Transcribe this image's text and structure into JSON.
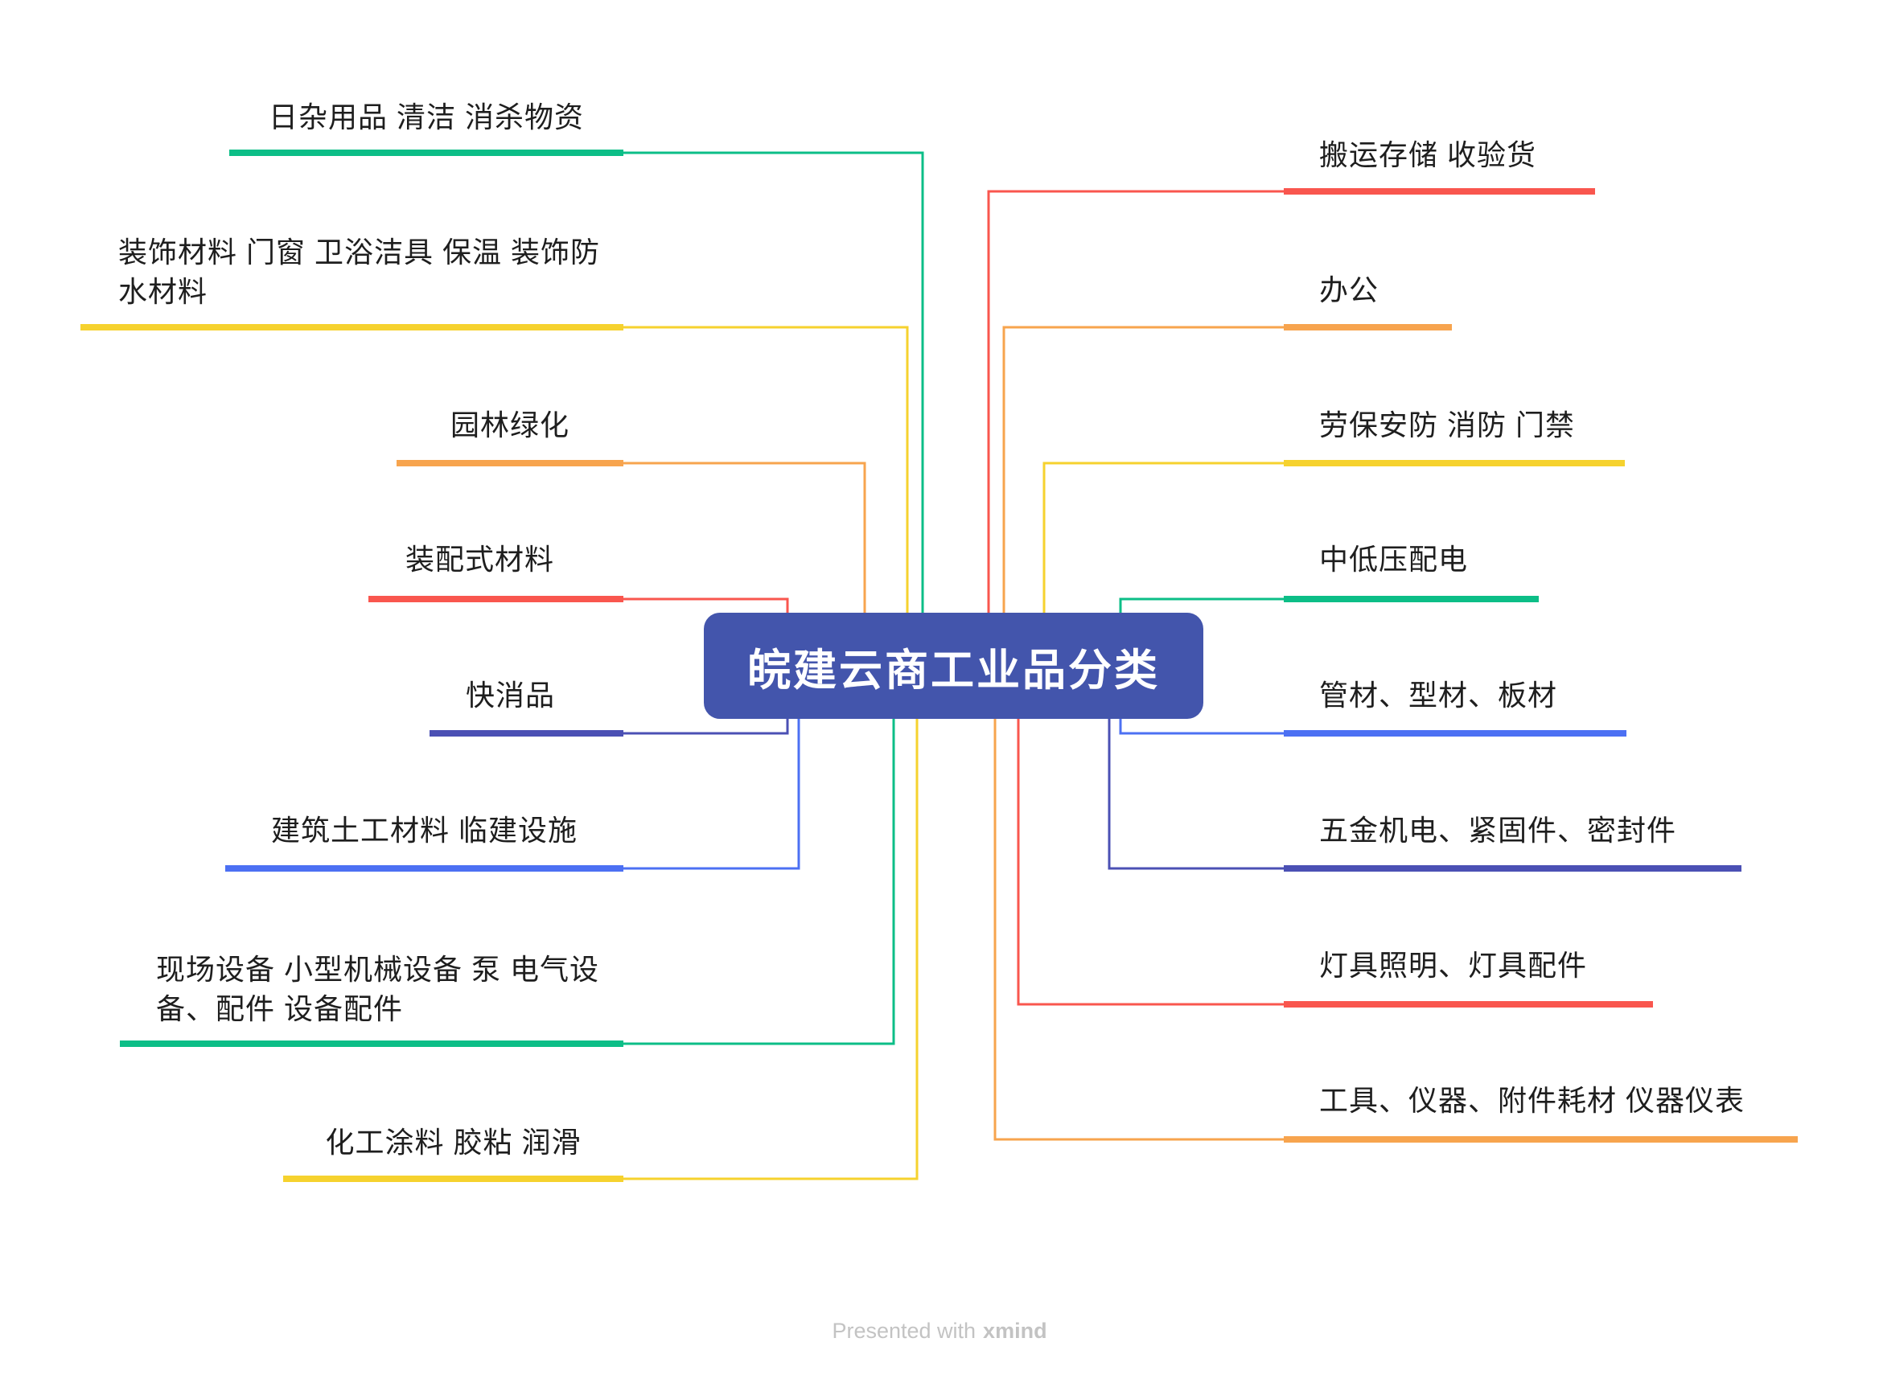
{
  "central_topic": {
    "label": "皖建云商工业品分类"
  },
  "palette": {
    "red": "#F9564E",
    "orange": "#F7A44E",
    "yellow": "#F6D22E",
    "green": "#0CBE87",
    "blue": "#4C70F3",
    "indigo": "#4B50B4",
    "central_fill": "#4355AC",
    "topic_text": "#1E1E1E",
    "watermark_text": "#C3C3C3"
  },
  "left_topics": [
    {
      "label": "日杂用品 清洁 消杀物资",
      "color": "green"
    },
    {
      "label": "装饰材料 门窗 卫浴洁具 保温 装饰防\n水材料",
      "color": "yellow"
    },
    {
      "label": "园林绿化",
      "color": "orange"
    },
    {
      "label": "装配式材料",
      "color": "red"
    },
    {
      "label": "快消品",
      "color": "indigo"
    },
    {
      "label": "建筑土工材料 临建设施",
      "color": "blue"
    },
    {
      "label": "现场设备 小型机械设备 泵 电气设\n备、配件 设备配件",
      "color": "green"
    },
    {
      "label": "化工涂料 胶粘 润滑",
      "color": "yellow"
    }
  ],
  "right_topics": [
    {
      "label": "搬运存储 收验货",
      "color": "red"
    },
    {
      "label": "办公",
      "color": "orange"
    },
    {
      "label": "劳保安防 消防 门禁",
      "color": "yellow"
    },
    {
      "label": "中低压配电",
      "color": "green"
    },
    {
      "label": "管材、型材、板材",
      "color": "blue"
    },
    {
      "label": "五金机电、紧固件、密封件",
      "color": "indigo"
    },
    {
      "label": "灯具照明、灯具配件",
      "color": "red"
    },
    {
      "label": "工具、仪器、附件耗材 仪器仪表",
      "color": "orange"
    }
  ],
  "footer": {
    "prefix": "Presented with",
    "brand": "xmind"
  }
}
